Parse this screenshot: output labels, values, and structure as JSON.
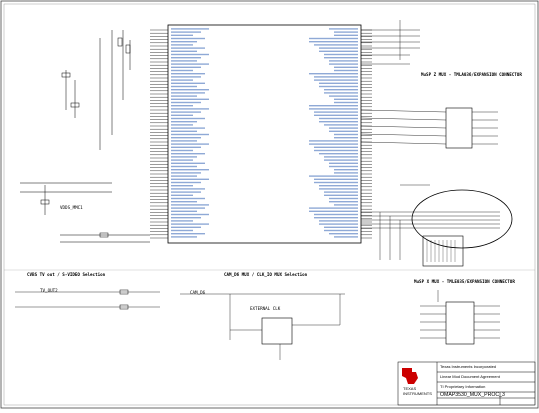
{
  "section_titles": {
    "mux_z": "MuSP Z MUX - TMLA036/EXPANSION CONNECTOR",
    "mux_x": "MuSP X MUX - TMLE035/EXPANSION CONNECTOR",
    "cvbs": "CVBS TV out / S-VIDEO Selection",
    "cam": "CAM_D6 MUX / CLK_IO MUX Selection"
  },
  "title_block": {
    "company": "Texas Instruments Incorporated",
    "division": "Linear Mod Document Agreement",
    "notice": "TI Proprietary Information",
    "part": "OMAP3530_MUX_PROC_3",
    "brand_top": "TEXAS",
    "brand_bottom": "INSTRUMENTS"
  },
  "notes": {
    "ext_clk": "EXTERNAL CLK",
    "power": "VDDS_MMC1",
    "tv_out": "TV_OUT2",
    "cam": "CAM_D6"
  }
}
